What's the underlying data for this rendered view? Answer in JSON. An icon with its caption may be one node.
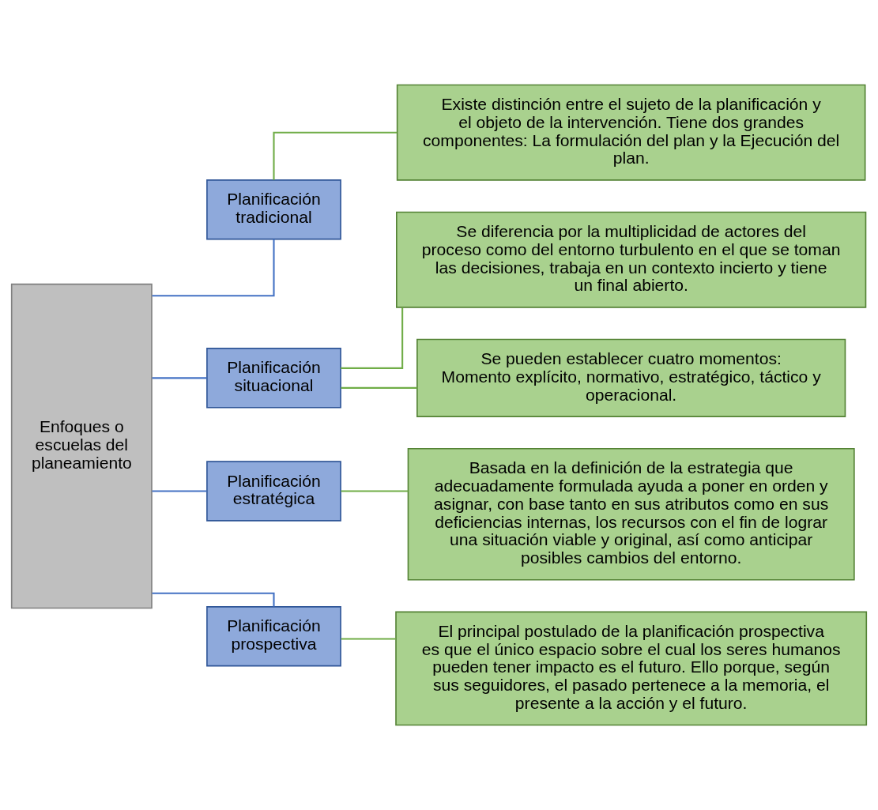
{
  "diagram": {
    "nodes": [
      {
        "text": [
          "Enfoques o escuelas del planeamiento"
        ]
      },
      {
        "text": [
          "Planificación tradicional"
        ]
      },
      {
        "text": [
          "Existe distinción entre el sujeto de la planificación y el objeto de la intervención. Tiene dos grandes componentes: La formulación del plan y la Ejecución del plan."
        ]
      },
      {
        "text": [
          "Planificación situacional"
        ]
      },
      {
        "text": [
          "Se diferencia por la multiplicidad de actores del proceso como del entorno turbulento en el que se toman las decisiones, trabaja en un contexto incierto y tiene un final abierto."
        ]
      },
      {
        "text": [
          "Se pueden establecer cuatro momentos:",
          "Momento explícito, normativo, estratégico, táctico y operacional."
        ]
      },
      {
        "text": [
          "Planificación estratégica"
        ]
      },
      {
        "text": [
          "Basada en la definición de la estrategia que adecuadamente formulada ayuda a poner en orden y asignar, con base tanto en sus atributos como en sus deficiencias internas, los recursos con el fin de lograr una situación viable y original, así como anticipar posibles cambios del entorno."
        ]
      },
      {
        "text": [
          "Planificación prospectiva"
        ]
      },
      {
        "text": [
          "El principal postulado de la planificación prospectiva es que el único espacio sobre el cual los seres humanos pueden tener impacto es el futuro. Ello porque, según sus seguidores, el pasado pertenece a la memoria, el presente a la acción y el futuro."
        ]
      }
    ],
    "edges": [
      {
        "from": 0,
        "to": 1,
        "arrow": "none",
        "color": "#4472c4"
      },
      {
        "from": 0,
        "to": 3,
        "arrow": "none",
        "color": "#4472c4"
      },
      {
        "from": 0,
        "to": 6,
        "arrow": "none",
        "color": "#4472c4"
      },
      {
        "from": 0,
        "to": 8,
        "arrow": "none",
        "color": "#4472c4"
      },
      {
        "from": 1,
        "to": 2,
        "arrow": "none"
      },
      {
        "from": 3,
        "to": 4,
        "arrow": "none"
      },
      {
        "from": 3,
        "to": 5,
        "arrow": "none"
      },
      {
        "from": 6,
        "to": 7,
        "arrow": "none"
      },
      {
        "from": 8,
        "to": 9,
        "arrow": "none"
      }
    ]
  }
}
